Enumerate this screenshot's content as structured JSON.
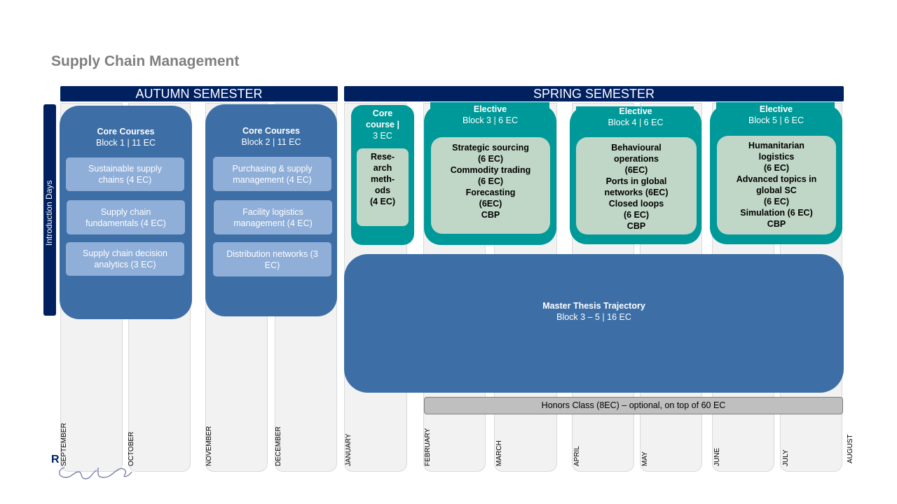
{
  "title": "Supply Chain Management",
  "semesters": {
    "autumn": "AUTUMN SEMESTER",
    "spring": "SPRING SEMESTER"
  },
  "intro_days": "Introduction Days",
  "months": [
    "SEPTEMBER",
    "OCTOBER",
    "NOVEMBER",
    "DECEMBER",
    "JANUARY",
    "FEBRUARY",
    "MARCH",
    "APRIL",
    "MAY",
    "JUNE",
    "JULY",
    "AUGUST"
  ],
  "block1": {
    "heading": "Core Courses",
    "sub": "Block 1 | 11 EC",
    "courses": [
      "Sustainable supply chains (4 EC)",
      "Supply chain fundamentals (4 EC)",
      "Supply chain decision analytics (3 EC)"
    ]
  },
  "block2": {
    "heading": "Core Courses",
    "sub": "Block 2 | 11 EC",
    "courses": [
      "Purchasing & supply management (4 EC)",
      "Facility logistics management (4 EC)",
      "Distribution networks (3 EC)"
    ]
  },
  "core_jan": {
    "heading_lines": [
      "Core",
      "course |"
    ],
    "sub": "3 EC",
    "inner_lines": [
      "Rese-",
      "arch",
      "meth-",
      "ods",
      "(4 EC)"
    ]
  },
  "elective3": {
    "heading": "Elective",
    "sub": "Block 3 | 6 EC",
    "lines": [
      "Strategic sourcing",
      "(6 EC)",
      "Commodity trading",
      "(6 EC)",
      "Forecasting",
      "(6EC)",
      "CBP"
    ]
  },
  "elective4": {
    "heading": "Elective",
    "sub": "Block 4 | 6 EC",
    "lines": [
      "Behavioural",
      "operations",
      "(6EC)",
      "Ports in global",
      "networks (6EC)",
      "Closed loops",
      "(6 EC)",
      "CBP"
    ]
  },
  "elective5": {
    "heading": "Elective",
    "sub": "Block 5 | 6 EC",
    "lines": [
      "Humanitarian",
      "logistics",
      "(6 EC)",
      "Advanced topics in",
      "global SC",
      "(6 EC)",
      "Simulation (6 EC)",
      "CBP"
    ]
  },
  "thesis": {
    "heading": "Master Thesis Trajectory",
    "sub": "Block 3 – 5 | 16   EC"
  },
  "honors": "Honors Class (8EC) – optional, on top of 60 EC",
  "logo_letter": "R",
  "colors": {
    "navy": "#002060",
    "blue": "#3d6fa6",
    "light_blue": "#8faed8",
    "teal": "#009999",
    "sage": "#c0d6c6",
    "grey": "#bfbfbf"
  }
}
